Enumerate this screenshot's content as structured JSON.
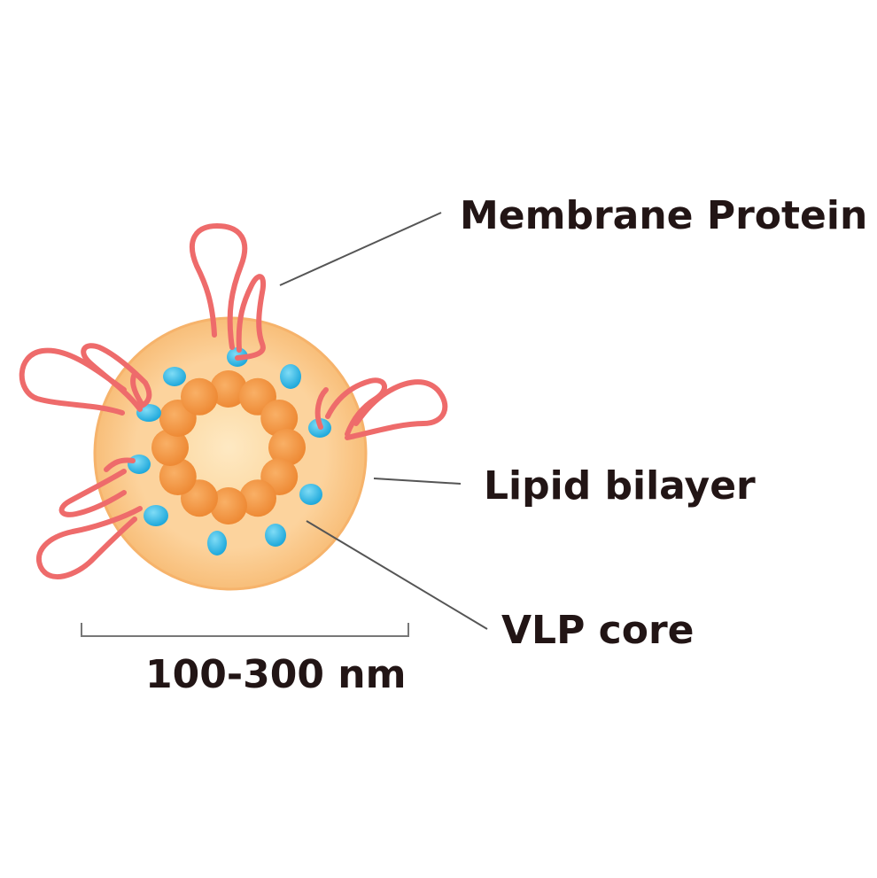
{
  "labels": {
    "membrane_protein": "Membrane Protein",
    "lipid_bilayer": "Lipid bilayer",
    "vlp_core": "VLP core",
    "scale": "100-300 nm"
  },
  "colors": {
    "bilayer_fill": "#fbc889",
    "bilayer_edge": "#f6b36b",
    "core_fill": "#fde3b4",
    "core_subunit": "#f39a45",
    "protein_line": "#ee6b6b",
    "blue_subunit": "#29b7e3",
    "text": "#221515"
  }
}
